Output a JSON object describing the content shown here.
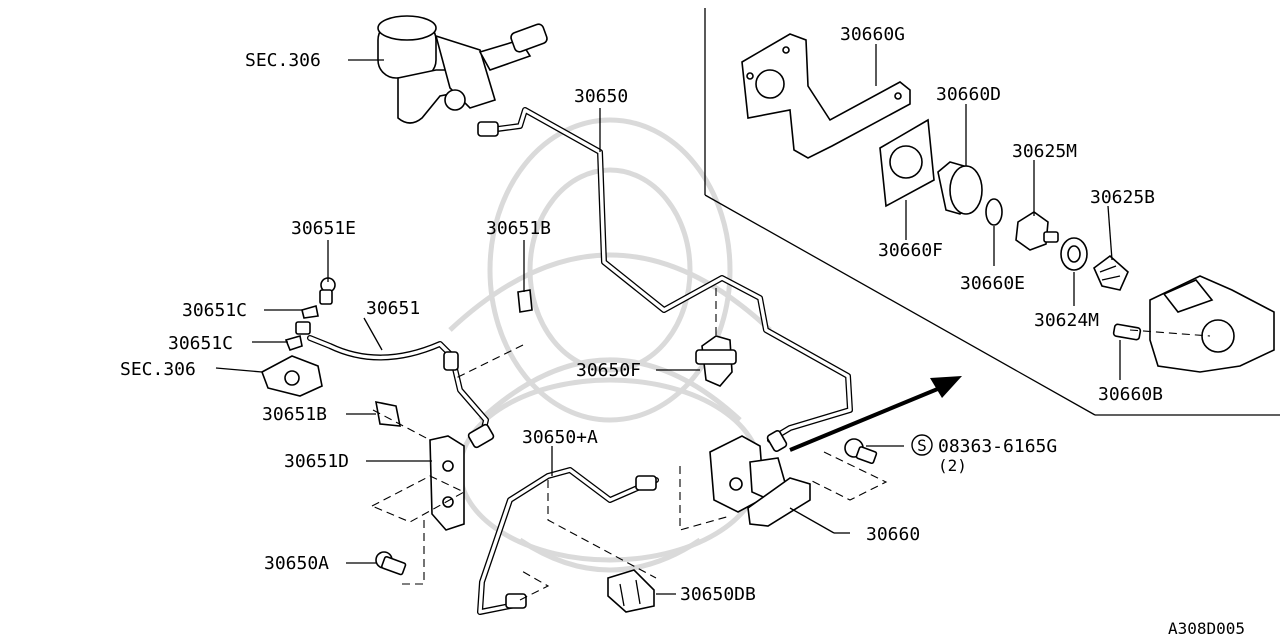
{
  "diagram": {
    "labels": {
      "sec306_top": "SEC.306",
      "p30650": "30650",
      "p30651E": "30651E",
      "p30651B_top": "30651B",
      "p30651C_a": "30651C",
      "p30651": "30651",
      "p30651C_b": "30651C",
      "sec306_left": "SEC.306",
      "p30651B_left": "30651B",
      "p30651D": "30651D",
      "p30650A": "30650A",
      "p30650plusA": "30650+A",
      "p30650F": "30650F",
      "p30650DB": "30650DB",
      "p30660G": "30660G",
      "p30660D": "30660D",
      "p30625M": "30625M",
      "p30625B": "30625B",
      "p30660F": "30660F",
      "p30660E": "30660E",
      "p30624M": "30624M",
      "p30660B": "30660B",
      "p30660": "30660",
      "bolt_code": "08363-6165G",
      "bolt_symbol": "S",
      "bolt_qty": "(2)",
      "figure_id": "A308D005"
    }
  }
}
